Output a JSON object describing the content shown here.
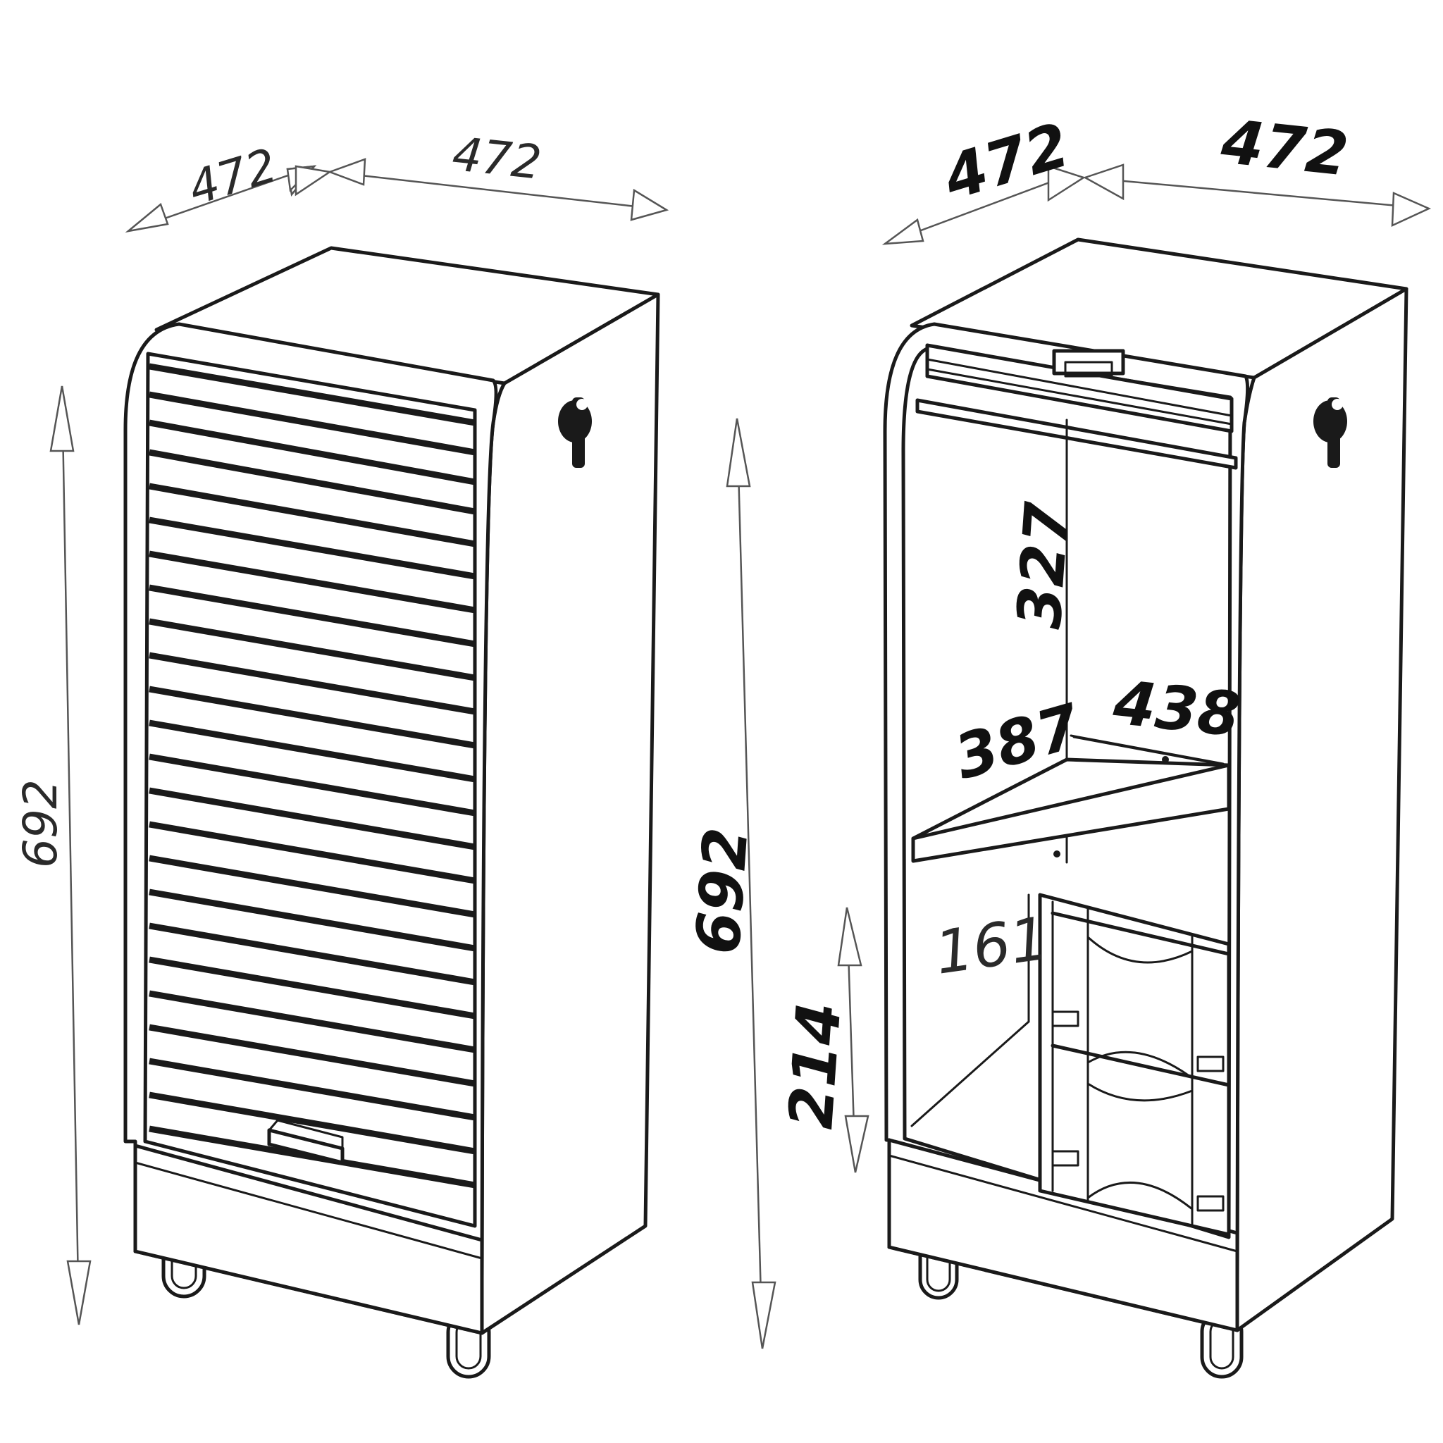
{
  "left_view": {
    "width_label": "472",
    "depth_label": "472",
    "height_label": "692"
  },
  "right_view": {
    "width_label": "472",
    "depth_label": "472",
    "height_label": "692",
    "interior_height_label": "327",
    "interior_depth_label": "387",
    "interior_width_label": "438",
    "lower_depth_label": "161",
    "lower_height_label": "214"
  }
}
